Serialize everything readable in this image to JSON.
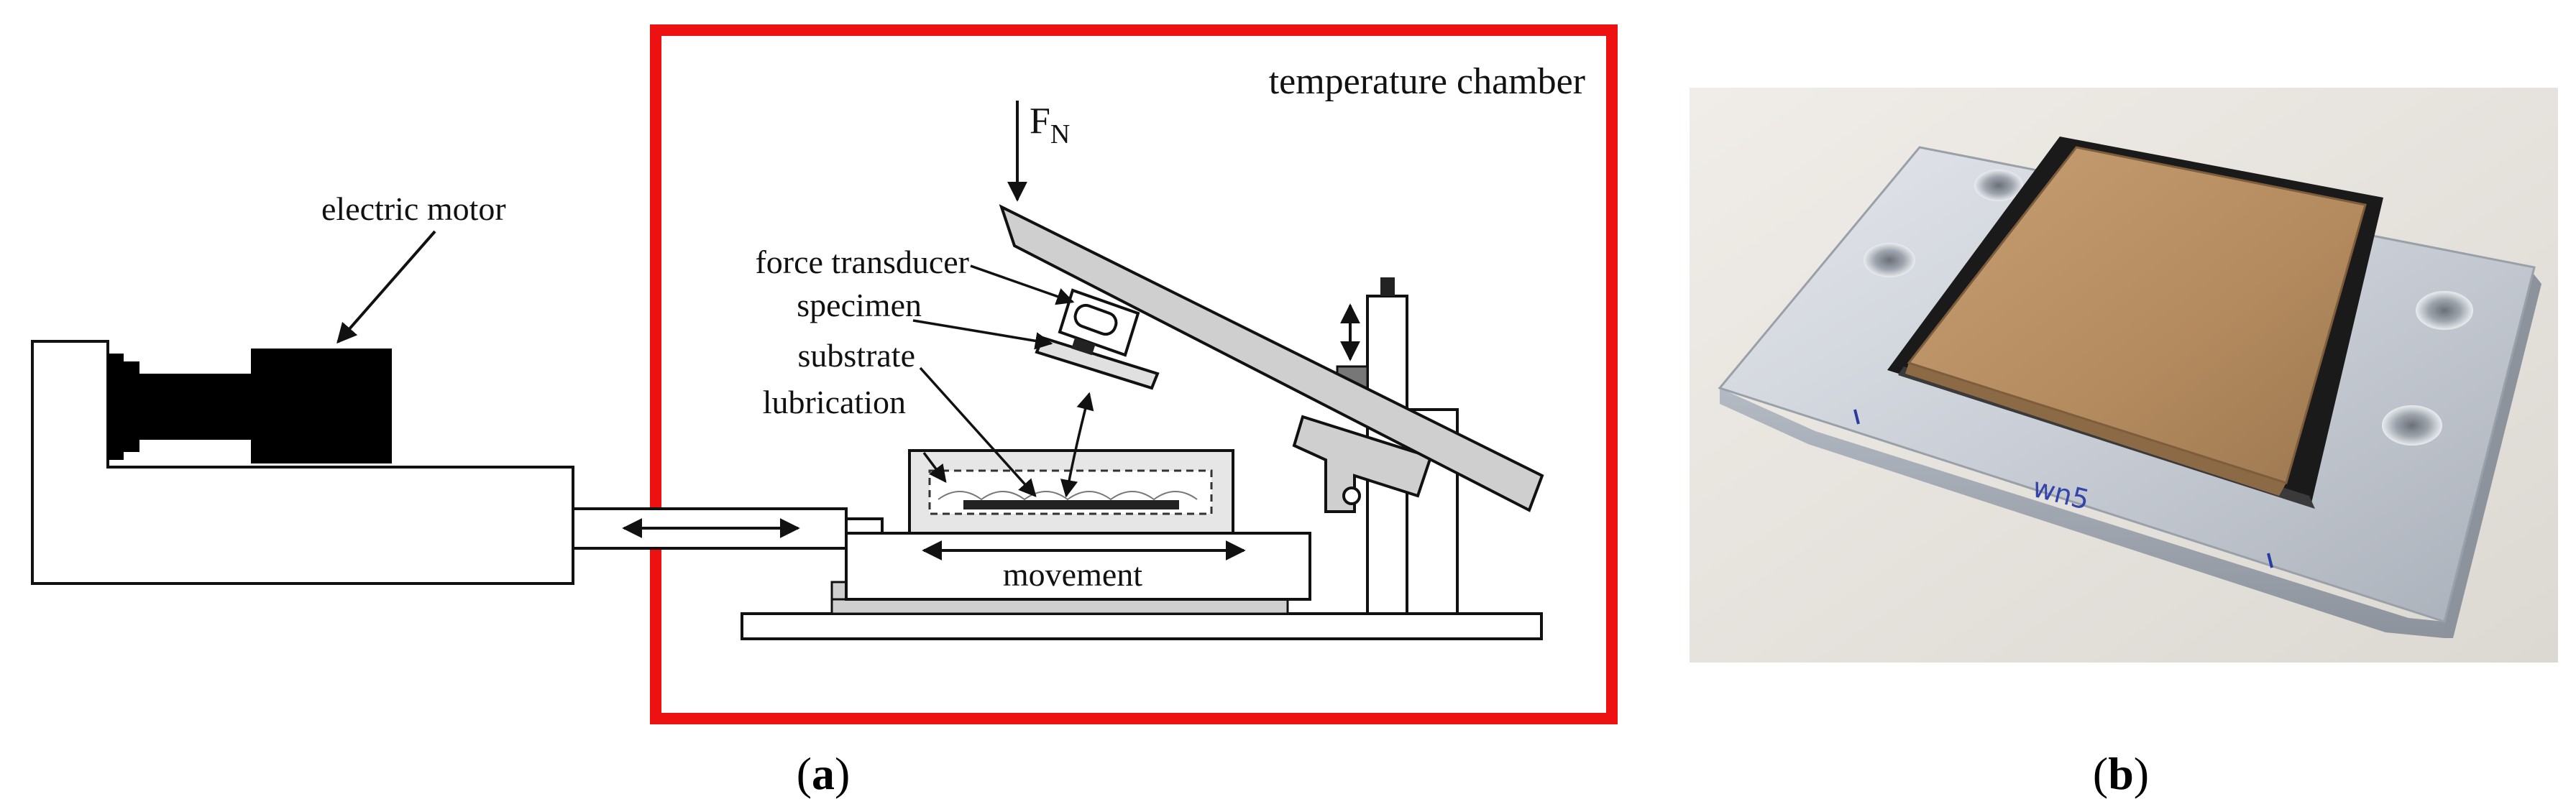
{
  "panel_a": {
    "chamber_label": "temperature chamber",
    "motor_label": "electric motor",
    "force_label": "F",
    "force_subscript": "N",
    "force_transducer_label": "force transducer",
    "specimen_label": "specimen",
    "substrate_label": "substrate",
    "lubrication_label": "lubrication",
    "movement_label": "movement",
    "caption_open": "(",
    "caption_letter": "a",
    "caption_close": ")",
    "chamber_color": "#ee1111"
  },
  "panel_b": {
    "photo_text": "wn5",
    "caption_open": "(",
    "caption_letter": "b",
    "caption_close": ")"
  }
}
